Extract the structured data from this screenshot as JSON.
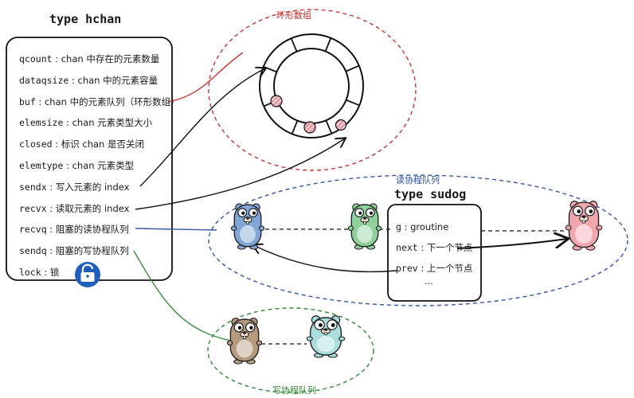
{
  "hchan": {
    "title": "type hchan",
    "fields": [
      {
        "name": "qcount",
        "sep": " : ",
        "desc": "chan 中存在的元素数量"
      },
      {
        "name": "dataqsize",
        "sep": " : ",
        "desc": "chan 中的元素容量"
      },
      {
        "name": "buf",
        "sep": " : ",
        "desc": "chan 中的元素队列（环形数组）"
      },
      {
        "name": "elemsize",
        "sep": " : ",
        "desc": "chan 元素类型大小"
      },
      {
        "name": "closed",
        "sep": " : ",
        "desc": "标识 chan 是否关闭"
      },
      {
        "name": "elemtype",
        "sep": " : ",
        "desc": "chan 元素类型"
      },
      {
        "name": "sendx",
        "sep": " : ",
        "desc": "写入元素的 index"
      },
      {
        "name": "recvx",
        "sep": " : ",
        "desc": "读取元素的 index"
      },
      {
        "name": "recvq",
        "sep": " : ",
        "desc": "阻塞的读协程队列"
      },
      {
        "name": "sendq",
        "sep": " : ",
        "desc": "阻塞的写协程队列"
      },
      {
        "name": "lock",
        "sep": " : ",
        "desc": "锁"
      }
    ]
  },
  "ring": {
    "label": "环形数组"
  },
  "read_queue": {
    "label": "读协程队列"
  },
  "write_queue": {
    "label": "写协程队列"
  },
  "sudog": {
    "title": "type sudog",
    "fields": [
      {
        "name": "g",
        "sep": " : ",
        "desc": "groutine"
      },
      {
        "name": "next",
        "sep": " : ",
        "desc": "下一个节点"
      },
      {
        "name": "prev",
        "sep": " : ",
        "desc": "上一个节点"
      }
    ],
    "more": "..."
  },
  "colors": {
    "red_group": "#cc3333",
    "blue_group": "#3355aa",
    "green_group": "#2f8a2f",
    "lock_badge": "#1f5fc0",
    "gopher_blue": "#7fa6d6",
    "gopher_green": "#8fd19a",
    "gopher_pink": "#f2a7ae",
    "gopher_brown": "#b59a7e",
    "gopher_teal": "#a9dedc",
    "filled_slot": "#e8a3a8"
  },
  "icons": {
    "lock": "lock-icon"
  }
}
